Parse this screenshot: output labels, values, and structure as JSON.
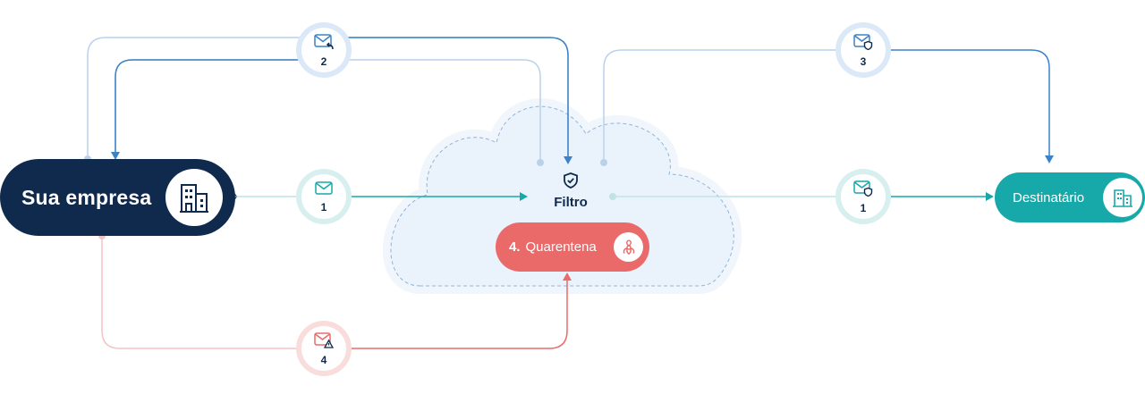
{
  "nodes": {
    "company": {
      "label": "Sua empresa"
    },
    "filter": {
      "label": "Filtro"
    },
    "quarantine": {
      "number": "4.",
      "label": "Quarentena"
    },
    "recipient": {
      "label": "Destinatário"
    }
  },
  "badges": {
    "b1_left": {
      "number": "1"
    },
    "b1_right": {
      "number": "1"
    },
    "b2": {
      "number": "2"
    },
    "b3": {
      "number": "3"
    },
    "b4": {
      "number": "4"
    }
  },
  "colors": {
    "navy": "#0f2a4d",
    "blue": "#3b82c9",
    "blue_light": "#b9d2ec",
    "teal": "#17a9a9",
    "red": "#ea6a6a",
    "red_light": "#f4c3c3",
    "cloud": "#eaf2fb"
  },
  "icons": {
    "company": "building-icon",
    "filter": "shield-check-icon",
    "quarantine": "biohazard-icon",
    "recipient": "building-icon",
    "mail": "envelope-icon",
    "mail_reply": "envelope-reply-icon",
    "mail_shield": "envelope-shield-icon",
    "mail_warning": "envelope-warning-icon"
  }
}
